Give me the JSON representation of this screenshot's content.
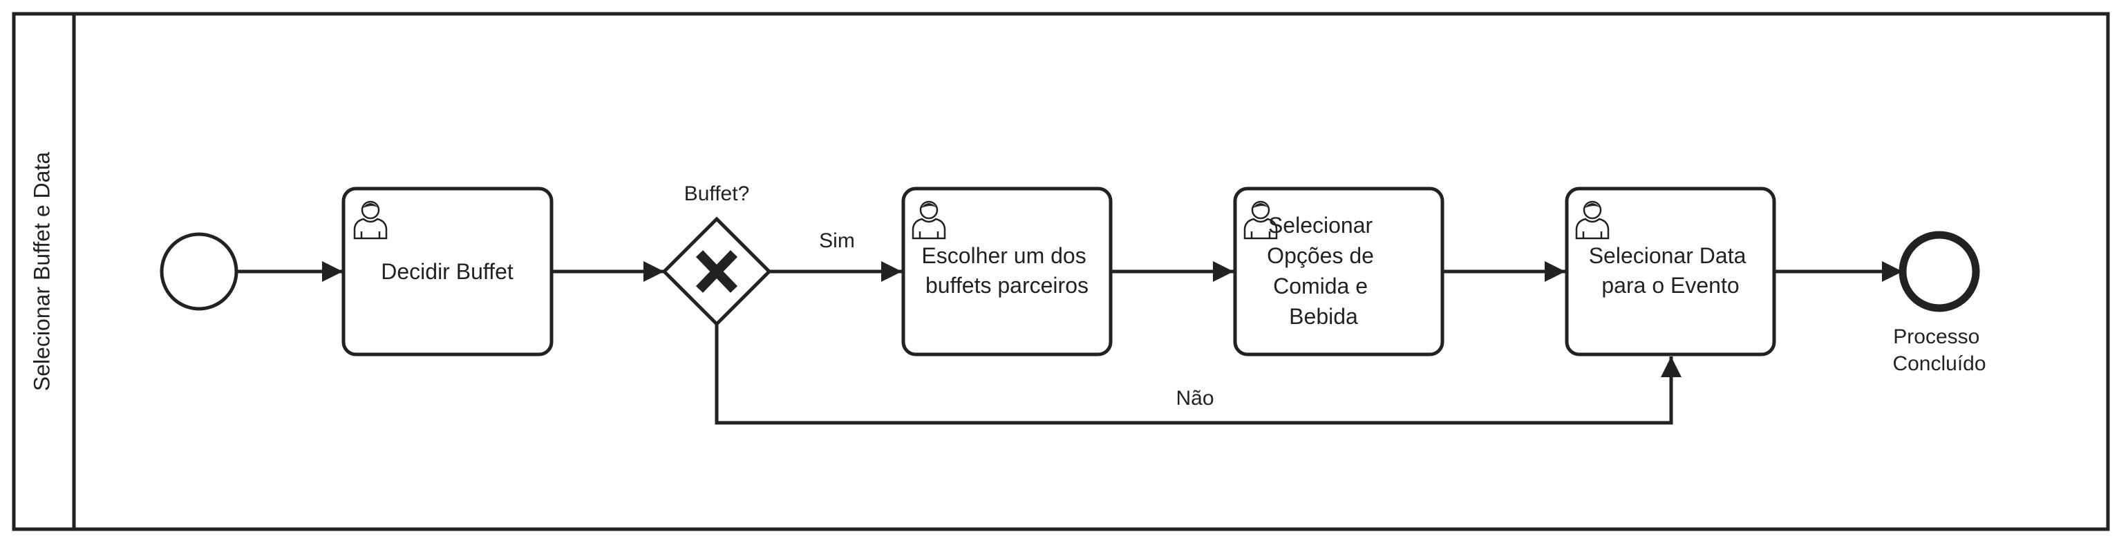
{
  "pool": {
    "lane_label": "Selecionar Buffet e Data"
  },
  "colors": {
    "stroke": "#222222",
    "fill": "#ffffff",
    "text": "#222222"
  },
  "start_event": {
    "label": ""
  },
  "tasks": [
    {
      "id": "t1",
      "lines": [
        "Decidir Buffet"
      ],
      "icon": "user-icon"
    },
    {
      "id": "t2",
      "lines": [
        "Escolher um dos",
        "buffets parceiros"
      ],
      "icon": "user-icon"
    },
    {
      "id": "t3",
      "lines": [
        "Selecionar",
        "Opções de",
        "Comida e",
        "Bebida"
      ],
      "icon": "user-icon"
    },
    {
      "id": "t4",
      "lines": [
        "Selecionar Data",
        "para o Evento"
      ],
      "icon": "user-icon"
    }
  ],
  "gateway": {
    "label": "Buffet?",
    "marker": "X"
  },
  "flows": {
    "yes_label": "Sim",
    "no_label": "Não"
  },
  "end_event": {
    "lines": [
      "Processo",
      "Concluído"
    ]
  }
}
